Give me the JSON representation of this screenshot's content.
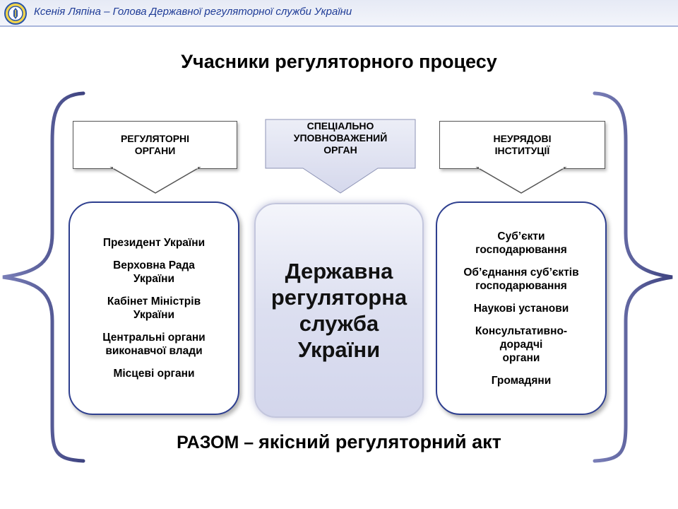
{
  "header": {
    "text": "Ксенія Ляпіна – Голова Державної регуляторної служби України",
    "logo_icon": "state-regulatory-service-logo-icon"
  },
  "title": "Учасники регуляторного процесу",
  "columns": {
    "left": {
      "label": "РЕГУЛЯТОРНІ\nОРГАНИ",
      "items": [
        "Президент України",
        "Верховна Рада\nУкраїни",
        "Кабінет Міністрів\nУкраїни",
        "Центральні органи\nвиконавчої влади",
        "Місцеві органи"
      ]
    },
    "center": {
      "label": "СПЕЦІАЛЬНО\nУПОВНОВАЖЕНИЙ\nОРГАН",
      "body": "Державна\nрегуляторна\nслужба\nУкраїни"
    },
    "right": {
      "label": "НЕУРЯДОВІ\nІНСТИТУЦІЇ",
      "items": [
        "Суб’єкти\nгосподарювання",
        "Об’єднання суб’єктів\nгосподарювання",
        "Наукові установи",
        "Консультативно-\nдорадчі\nоргани",
        "Громадяни"
      ]
    }
  },
  "footer": {
    "prefix": "РАЗОМ – ",
    "text": "якісний регуляторний акт"
  },
  "colors": {
    "brace": "#5a5f9c",
    "panel_border": "#2e3f8f",
    "header_text": "#1f3c97"
  }
}
